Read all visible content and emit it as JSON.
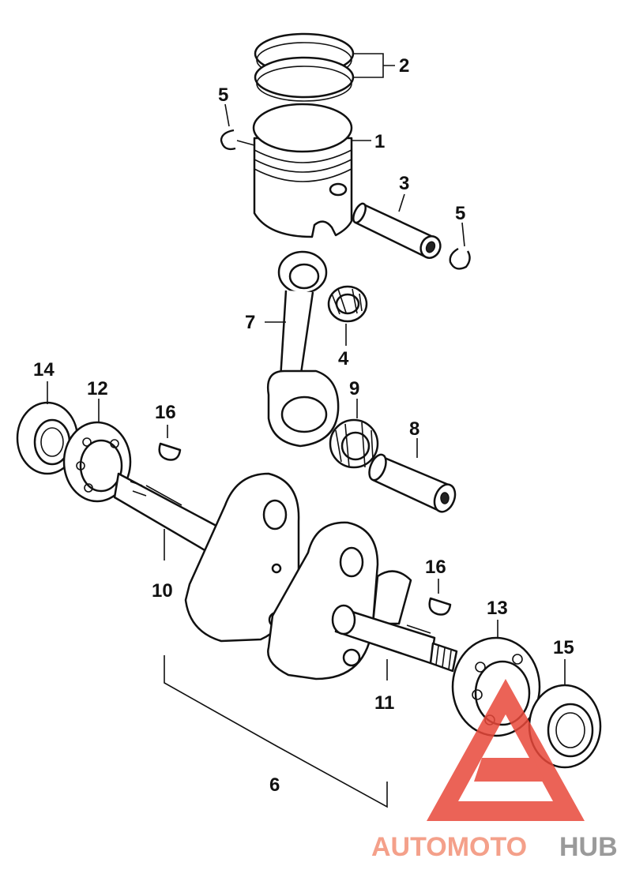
{
  "callouts": [
    {
      "id": "part-1",
      "label": "1"
    },
    {
      "id": "part-2",
      "label": "2"
    },
    {
      "id": "part-3",
      "label": "3"
    },
    {
      "id": "part-4",
      "label": "4"
    },
    {
      "id": "part-5a",
      "label": "5"
    },
    {
      "id": "part-5b",
      "label": "5"
    },
    {
      "id": "part-6",
      "label": "6"
    },
    {
      "id": "part-7",
      "label": "7"
    },
    {
      "id": "part-8",
      "label": "8"
    },
    {
      "id": "part-9",
      "label": "9"
    },
    {
      "id": "part-10",
      "label": "10"
    },
    {
      "id": "part-11",
      "label": "11"
    },
    {
      "id": "part-12",
      "label": "12"
    },
    {
      "id": "part-13",
      "label": "13"
    },
    {
      "id": "part-14",
      "label": "14"
    },
    {
      "id": "part-15",
      "label": "15"
    },
    {
      "id": "part-16a",
      "label": "16"
    },
    {
      "id": "part-16b",
      "label": "16"
    }
  ],
  "watermark": {
    "text_a": "AUTOMOTO",
    "text_b": "HUB",
    "color_a": "#f4a08a",
    "color_b": "#9a9a9a",
    "logo_color": "#e8483a"
  }
}
